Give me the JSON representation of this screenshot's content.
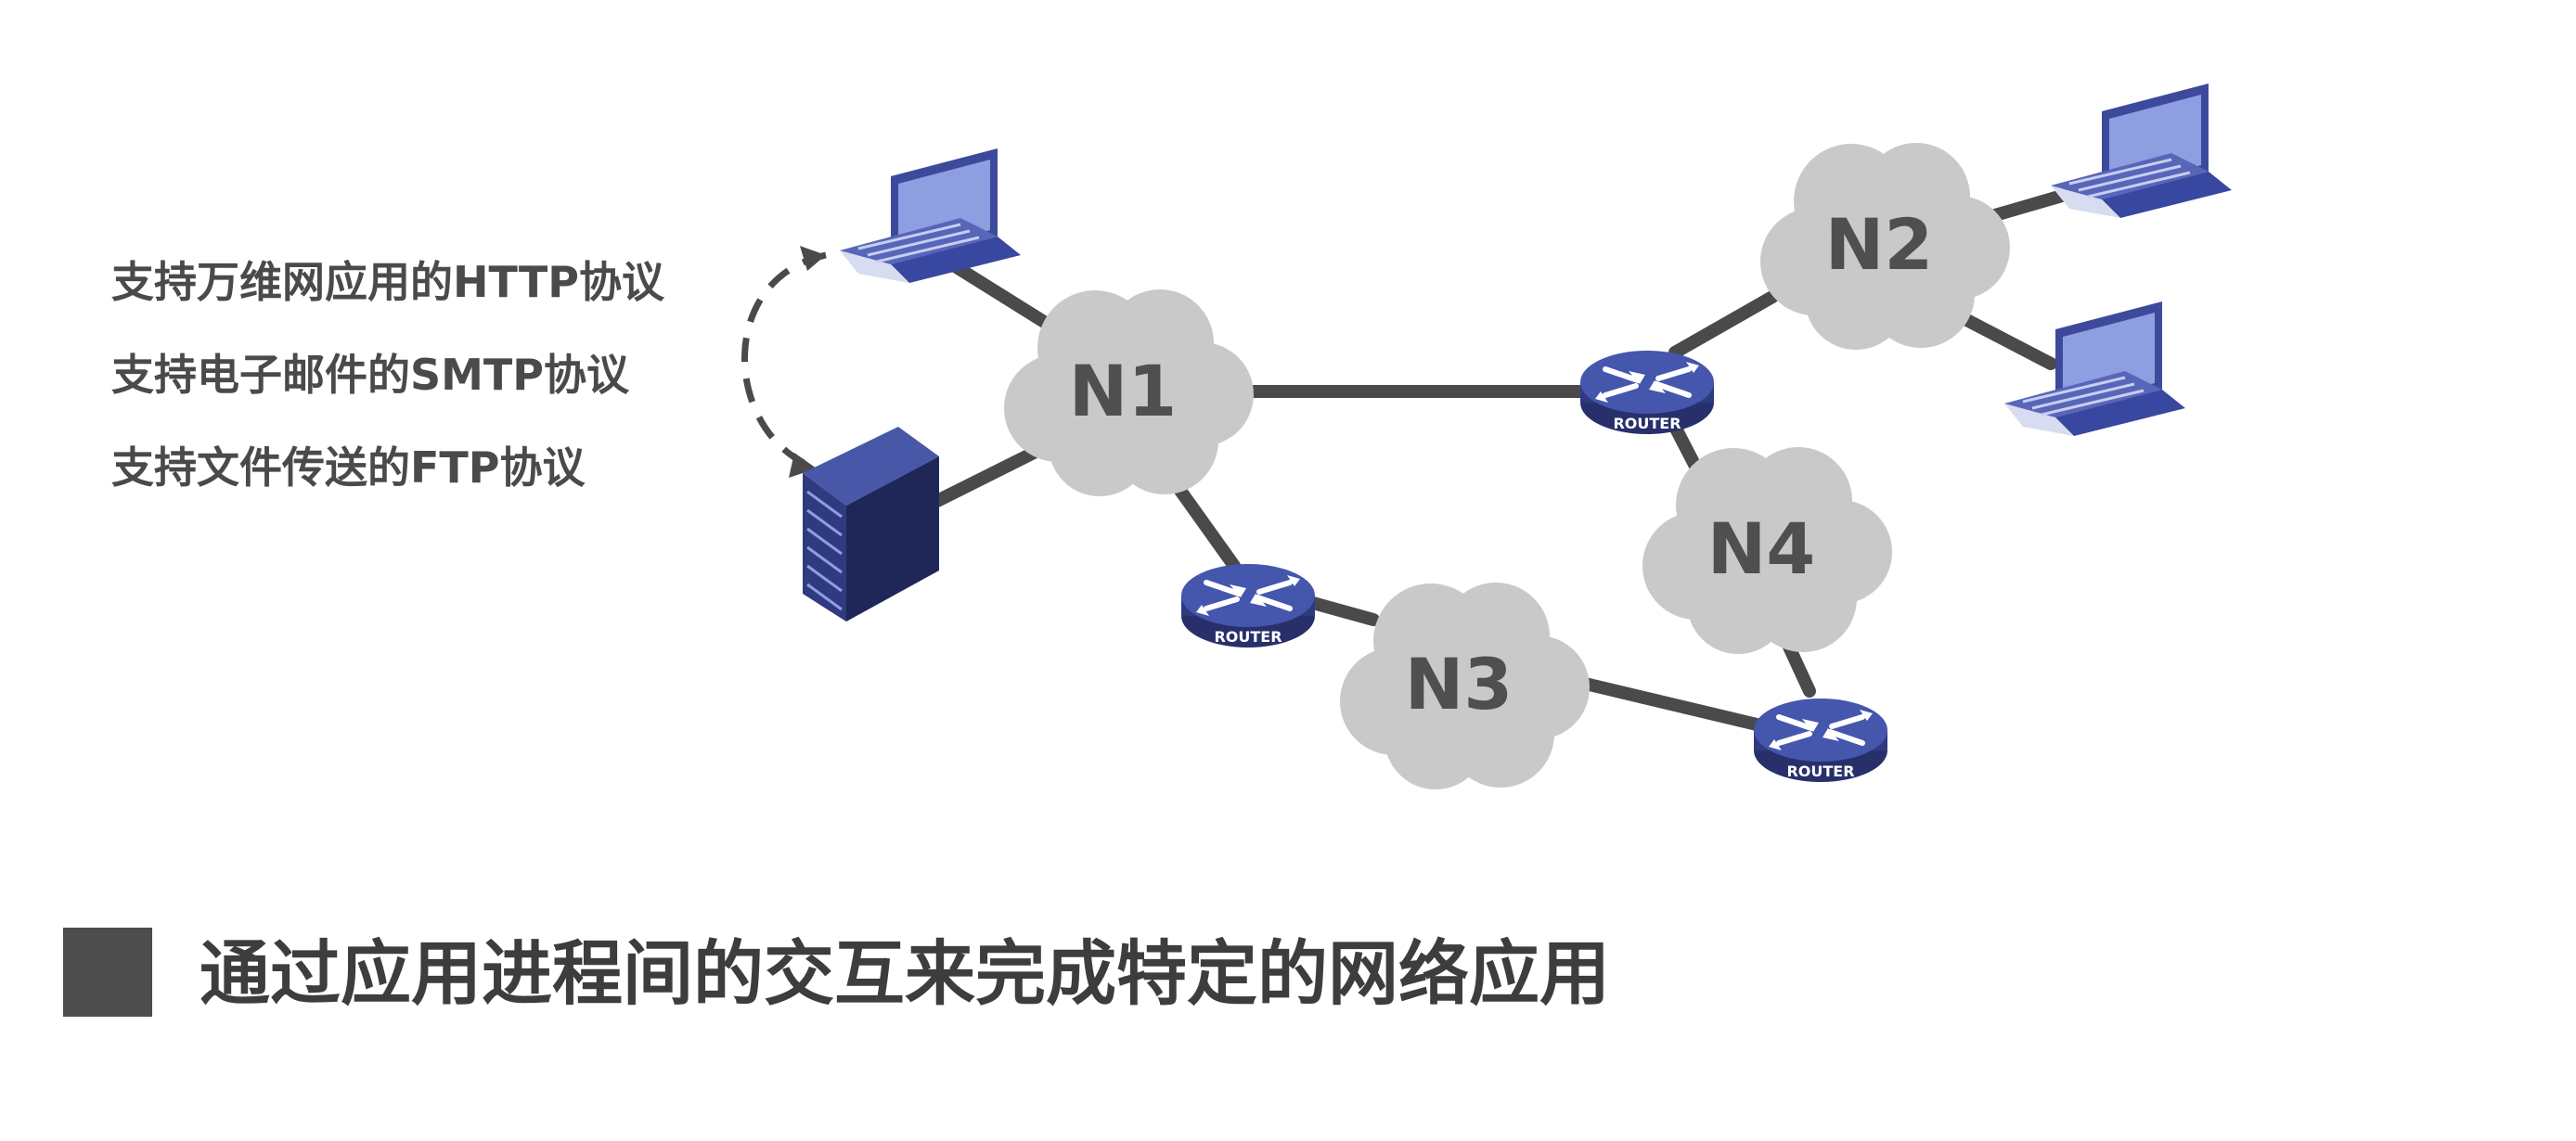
{
  "protocols": [
    "支持万维网应用的HTTP协议",
    "支持电子邮件的SMTP协议",
    "支持文件传送的FTP协议"
  ],
  "networks": {
    "n1": "N1",
    "n2": "N2",
    "n3": "N3",
    "n4": "N4"
  },
  "router_label": "ROUTER",
  "caption": "通过应用进程间的交互来完成特定的网络应用",
  "colors": {
    "link": "#4a4a4a",
    "cloud": "#c9c9c9",
    "device_blue": "#3d4a9c",
    "screen_blue": "#8f9ee0",
    "caption_square": "#4d4d4d",
    "text": "#4a4a4a"
  },
  "icons": {
    "laptop": "laptop-icon",
    "server": "server-icon",
    "router": "router-icon",
    "cloud": "network-cloud-icon"
  }
}
